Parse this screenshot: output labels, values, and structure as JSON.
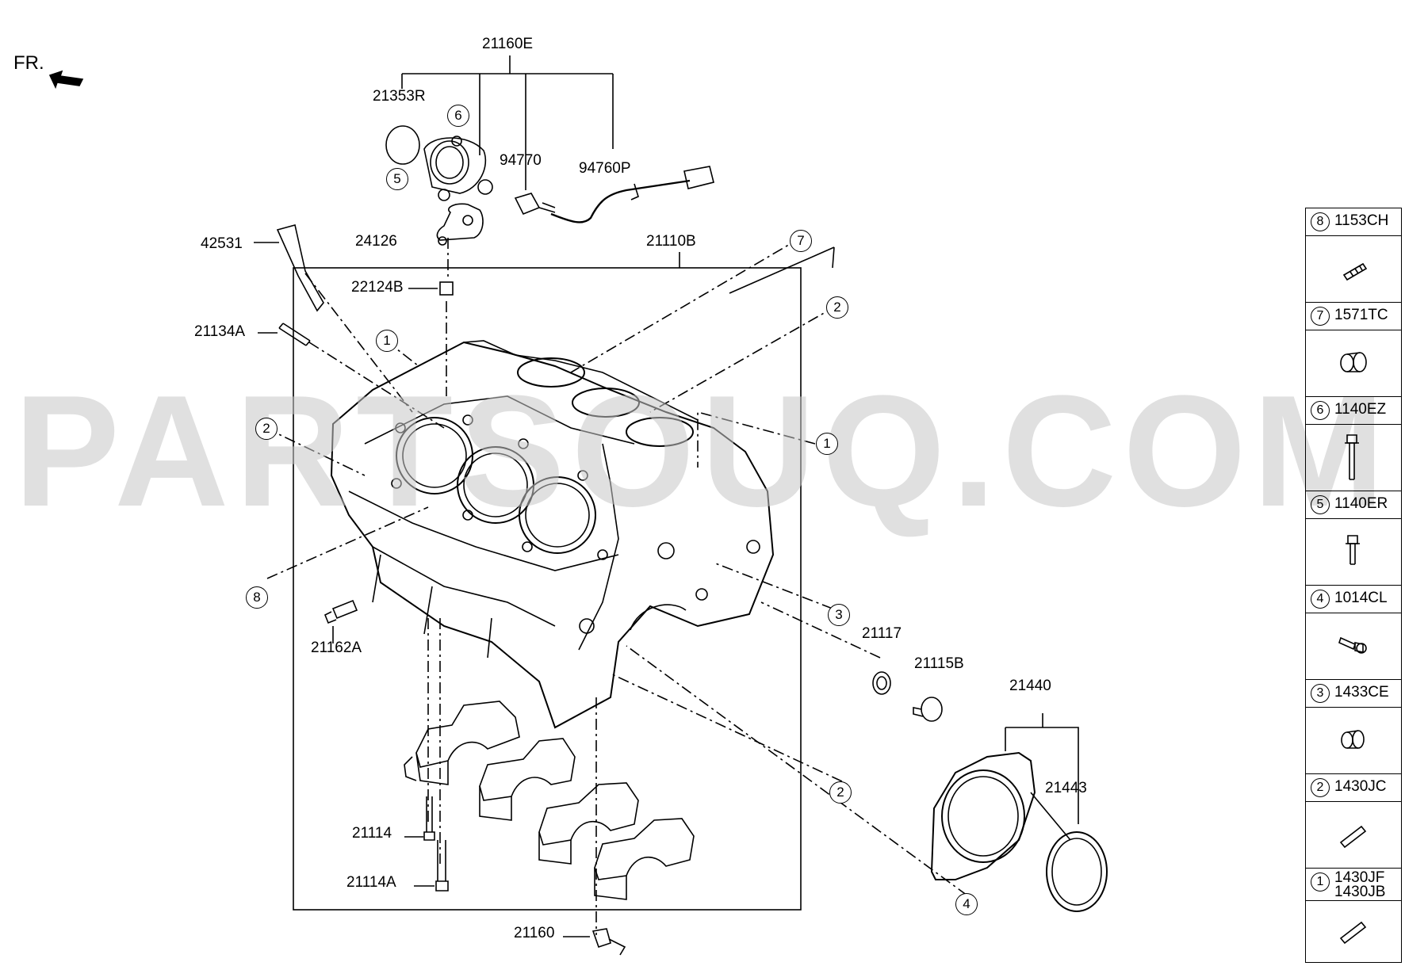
{
  "orientation_label": "FR.",
  "watermark": "PARTSOUQ.COM",
  "part_labels": {
    "p21160E": "21160E",
    "p21353R": "21353R",
    "p94770": "94770",
    "p94760P": "94760P",
    "p24126": "24126",
    "p42531": "42531",
    "p21110B": "21110B",
    "p22124B": "22124B",
    "p21134A": "21134A",
    "p21162A": "21162A",
    "p21117": "21117",
    "p21115B": "21115B",
    "p21440": "21440",
    "p21443": "21443",
    "p21114": "21114",
    "p21114A": "21114A",
    "p21160": "21160"
  },
  "callouts": {
    "c1a": "1",
    "c1b": "1",
    "c2a": "2",
    "c2b": "2",
    "c2c": "2",
    "c3": "3",
    "c4": "4",
    "c5": "5",
    "c6": "6",
    "c7": "7",
    "c8": "8"
  },
  "legend": [
    {
      "num": "8",
      "code": "1153CH",
      "icon": "stud-bolt-icon"
    },
    {
      "num": "7",
      "code": "1571TC",
      "icon": "plug-cap-icon"
    },
    {
      "num": "6",
      "code": "1140EZ",
      "icon": "long-bolt-icon"
    },
    {
      "num": "5",
      "code": "1140ER",
      "icon": "short-bolt-icon"
    },
    {
      "num": "4",
      "code": "1014CL",
      "icon": "flange-bolt-icon"
    },
    {
      "num": "3",
      "code": "1433CE",
      "icon": "plug-cap-icon"
    },
    {
      "num": "2",
      "code": "1430JC",
      "icon": "dowel-pin-icon"
    },
    {
      "num": "1",
      "code": "1430JF",
      "code2": "1430JB",
      "icon": "dowel-pin-icon"
    }
  ]
}
